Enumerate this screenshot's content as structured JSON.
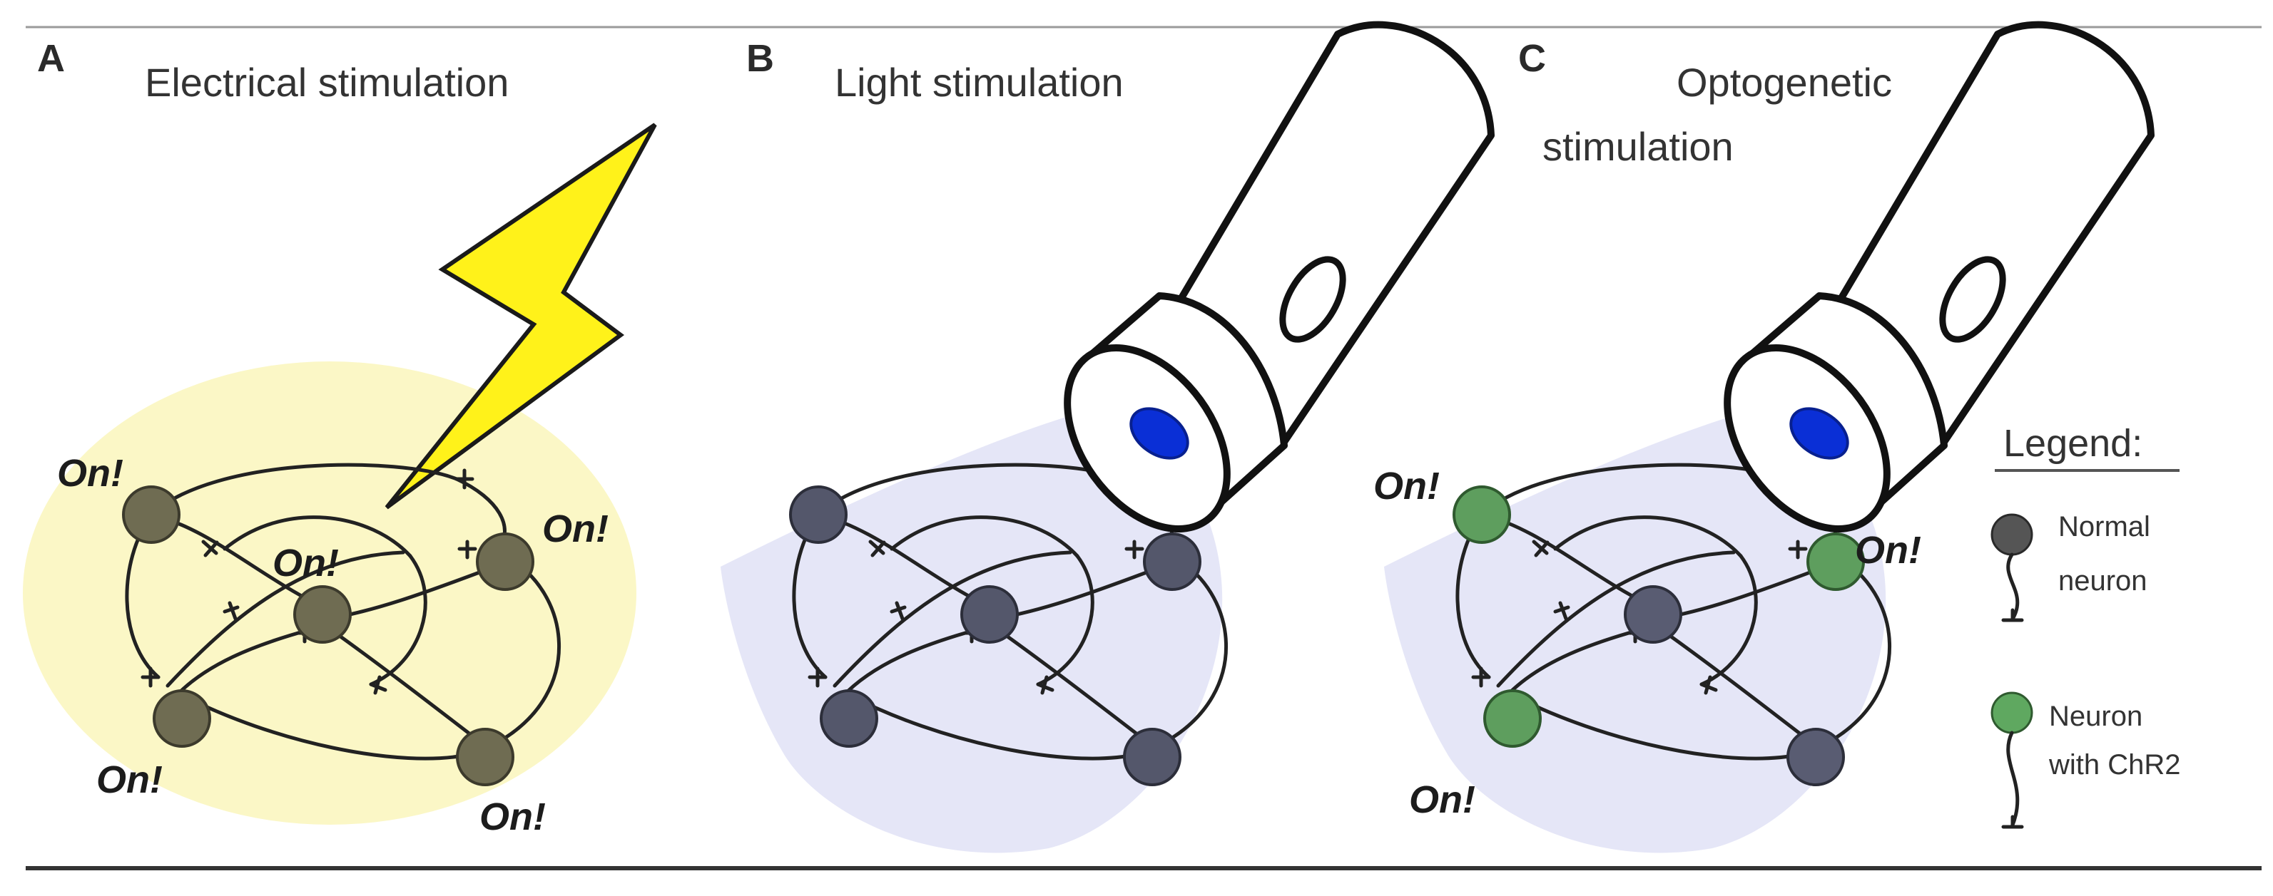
{
  "panels": [
    {
      "letter": "A",
      "title_lines": [
        "Electrical stimulation"
      ]
    },
    {
      "letter": "B",
      "title_lines": [
        "Light stimulation"
      ]
    },
    {
      "letter": "C",
      "title_lines": [
        "Optogenetic",
        "stimulation"
      ]
    }
  ],
  "on_label": "On!",
  "legend": {
    "title": "Legend:",
    "normal": [
      "Normal",
      "neuron"
    ],
    "chr2": [
      "Neuron",
      "with ChR2"
    ]
  },
  "colors": {
    "electric_glow": "#fbf7c6",
    "bolt_fill": "#fff21a",
    "light_beam": "#e5e6f7",
    "lens_blue": "#0a2fd6",
    "neuron_active_electric": "#6f6c52",
    "neuron_inactive": "#54576b",
    "neuron_chr2_active": "#5e9e5e",
    "neuron_legend_normal": "#555555",
    "neuron_legend_chr2": "#5fa860"
  },
  "icons": [
    "lightning-bolt-icon",
    "flashlight-icon",
    "flashlight-icon"
  ]
}
